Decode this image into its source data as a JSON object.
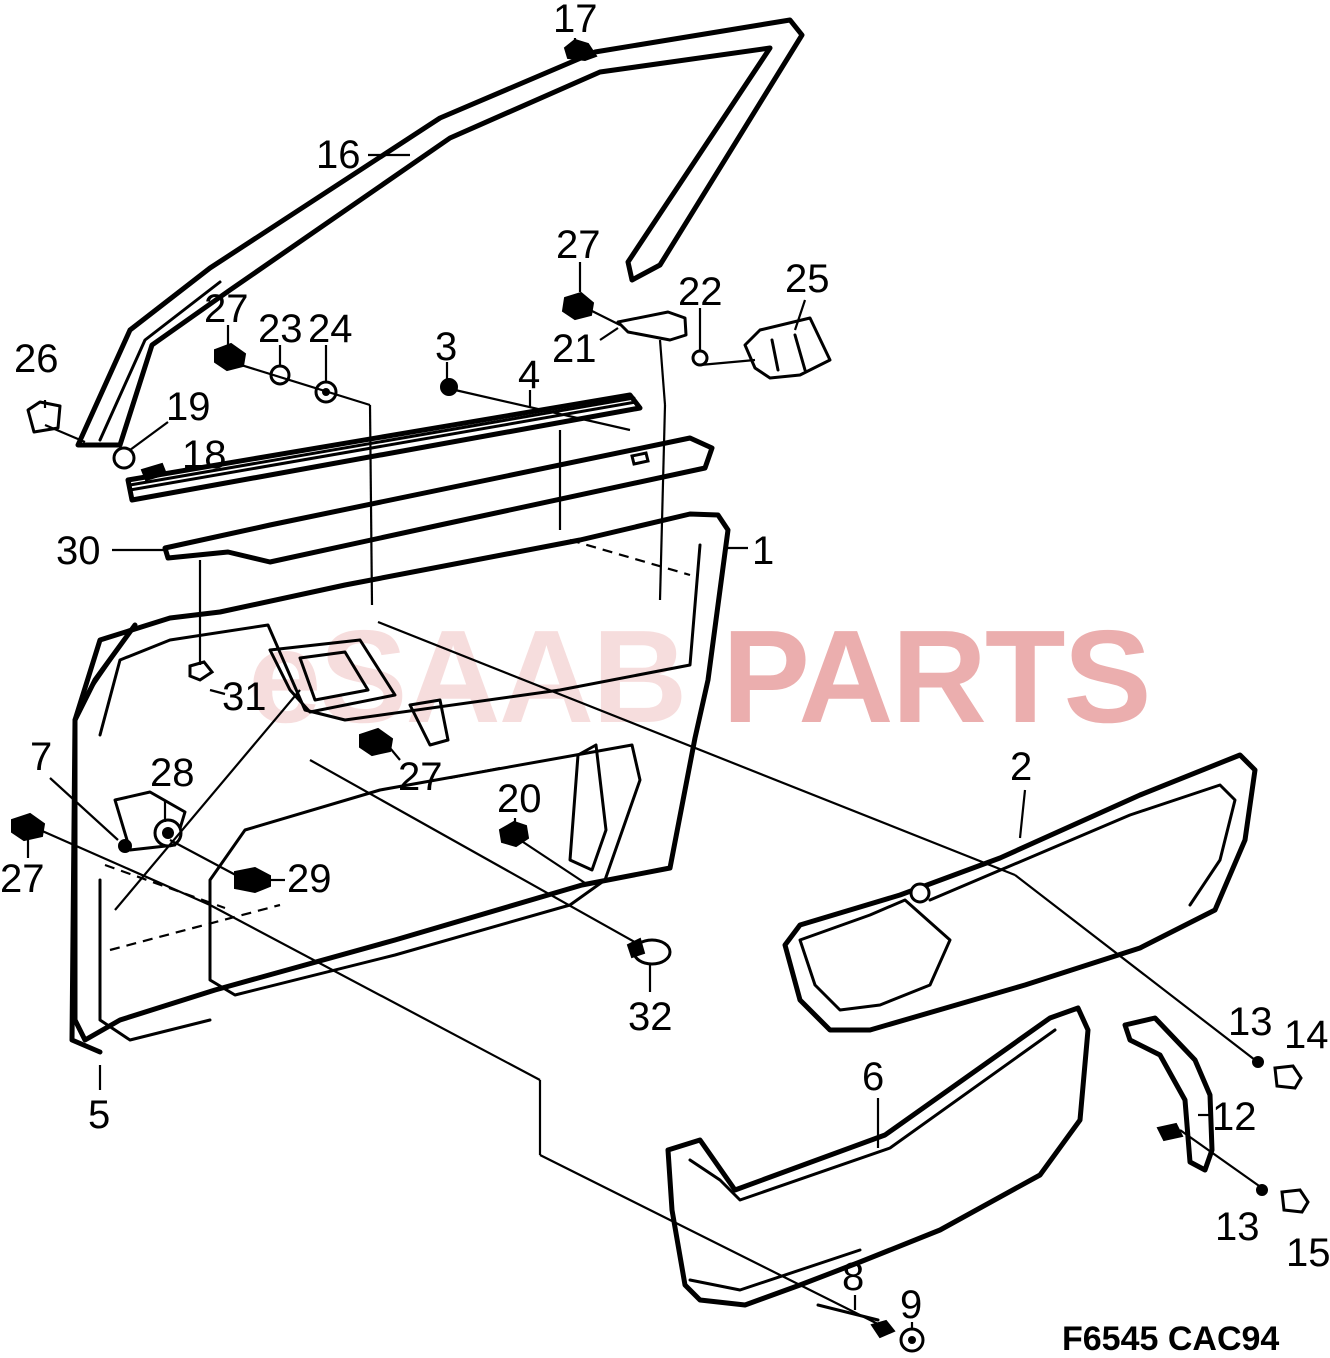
{
  "watermark": {
    "prefix": "eSAAB",
    "suffix": "PARTS",
    "color": "#e8a0a0"
  },
  "reference_code": "F6545 CAC94",
  "callouts": {
    "n1": "1",
    "n2": "2",
    "n3": "3",
    "n4": "4",
    "n5": "5",
    "n6": "6",
    "n7": "7",
    "n8": "8",
    "n9": "9",
    "n12": "12",
    "n13a": "13",
    "n13b": "13",
    "n14": "14",
    "n15": "15",
    "n16": "16",
    "n17": "17",
    "n18": "18",
    "n19": "19",
    "n20": "20",
    "n21": "21",
    "n22": "22",
    "n23": "23",
    "n24": "24",
    "n25": "25",
    "n26": "26",
    "n27a": "27",
    "n27b": "27",
    "n27c": "27",
    "n27d": "27",
    "n28": "28",
    "n29": "29",
    "n30": "30",
    "n31": "31",
    "n32": "32"
  }
}
